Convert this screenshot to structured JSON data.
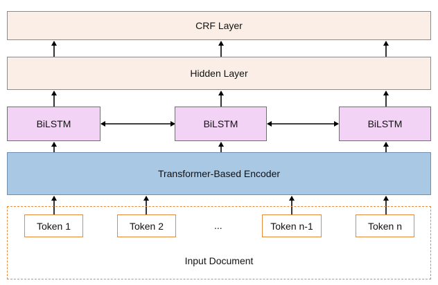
{
  "diagram": {
    "crf_layer": "CRF Layer",
    "hidden_layer": "Hidden Layer",
    "bilstm_nodes": [
      "BiLSTM",
      "BiLSTM",
      "BiLSTM"
    ],
    "encoder": "Transformer-Based Encoder",
    "tokens": [
      "Token 1",
      "Token 2",
      "Token n-1",
      "Token n"
    ],
    "ellipsis": "...",
    "input_document": "Input Document"
  },
  "colors": {
    "layer_fill": "#fbeee6",
    "bilstm_fill": "#f2d3f5",
    "encoder_fill": "#a9c8e4",
    "token_border": "#e58a3c"
  }
}
